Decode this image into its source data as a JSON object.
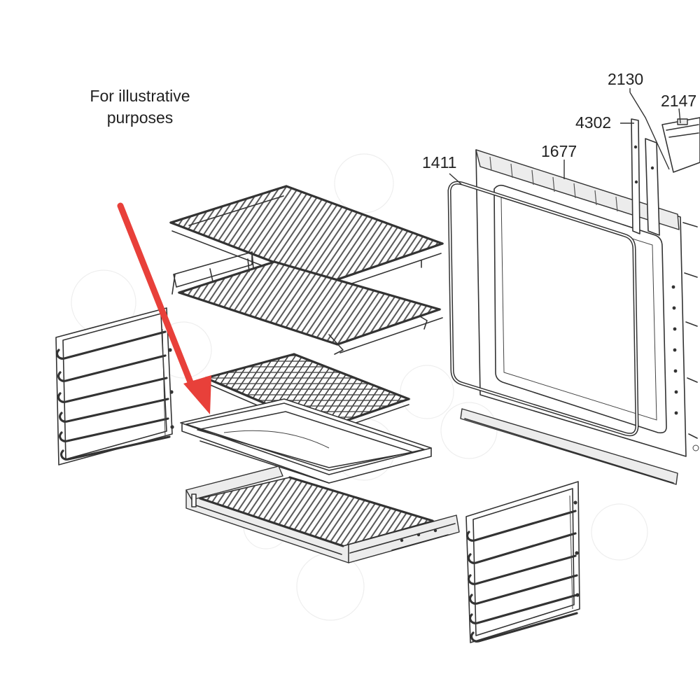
{
  "note": {
    "line1": "For illustrative",
    "line2": "purposes"
  },
  "callouts": [
    "1411",
    "1677",
    "4302",
    "2130",
    "2147"
  ],
  "colors": {
    "arrow": "#e8403a",
    "line": "#333333",
    "background": "#ffffff"
  }
}
